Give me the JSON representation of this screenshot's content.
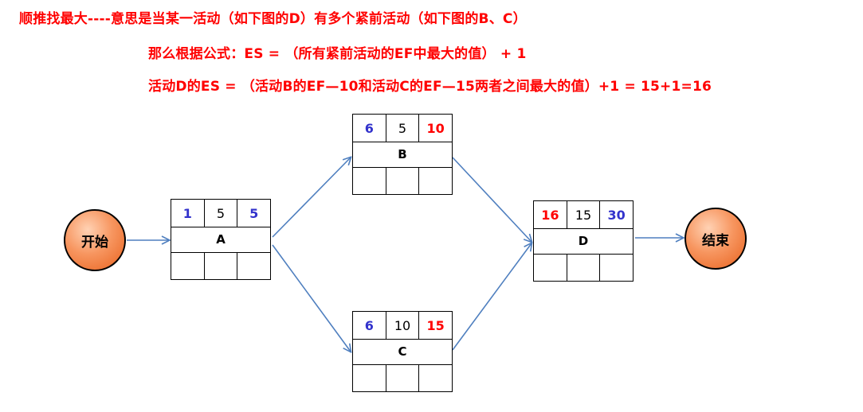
{
  "heading": {
    "line1": "顺推找最大----意思是当某一活动（如下图的D）有多个紧前活动（如下图的B、C）",
    "line2": "那么根据公式：ES = （所有紧前活动的EF中最大的值） + 1",
    "line3": "活动D的ES = （活动B的EF—10和活动C的EF—15两者之间最大的值）+1 = 15+1=16"
  },
  "colors": {
    "heading": "#ff0000",
    "es_blue": "#3333cc",
    "ef_red": "#ff0000",
    "arrow": "#4f7fbf",
    "circle": "#f07a3a"
  },
  "start": {
    "label": "开始"
  },
  "end": {
    "label": "结束"
  },
  "nodes": {
    "A": {
      "name": "A",
      "es": "1",
      "dur": "5",
      "ef": "5"
    },
    "B": {
      "name": "B",
      "es": "6",
      "dur": "5",
      "ef": "10"
    },
    "C": {
      "name": "C",
      "es": "6",
      "dur": "10",
      "ef": "15"
    },
    "D": {
      "name": "D",
      "es": "16",
      "dur": "15",
      "ef": "30"
    }
  }
}
